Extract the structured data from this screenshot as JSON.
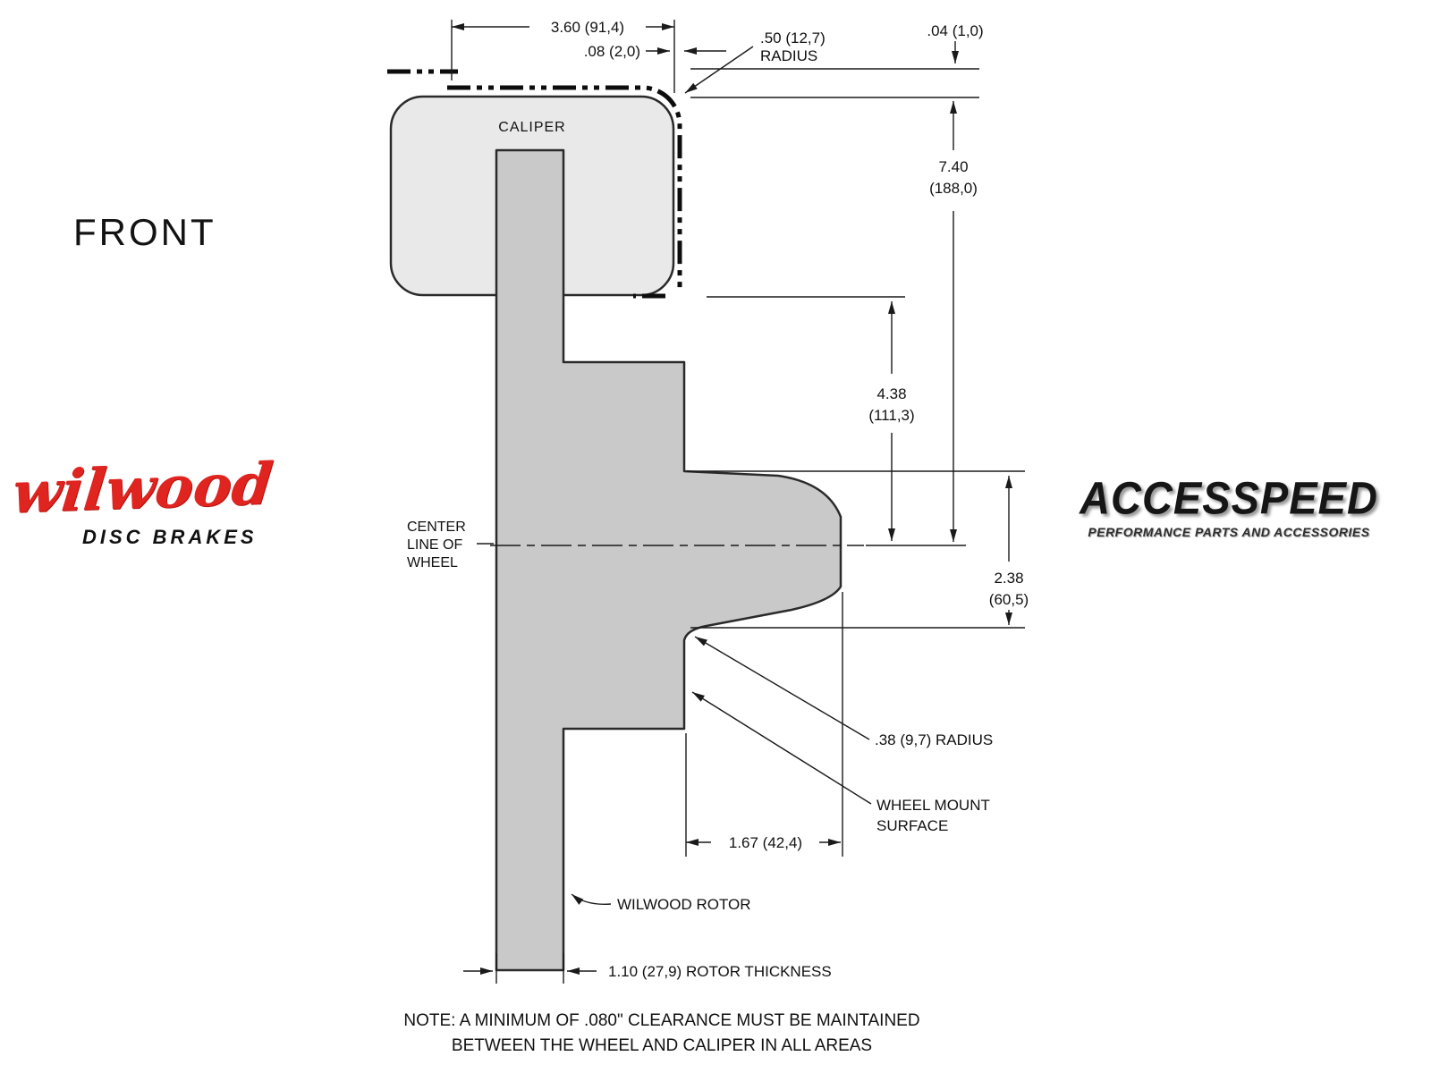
{
  "page": {
    "front_label": "FRONT"
  },
  "logos": {
    "wilwood": {
      "name": "wilwood",
      "tagline": "DISC BRAKES",
      "accent": "#e02420"
    },
    "accesspeed": {
      "name": "ACCESSPEED",
      "tagline": "PERFORMANCE PARTS AND ACCESSORIES"
    }
  },
  "drawing": {
    "caliper_label": "CALIPER",
    "centerline": {
      "line1": "CENTER",
      "line2": "LINE OF",
      "line3": "WHEEL"
    },
    "dimensions": {
      "width_360": "3.60 (91,4)",
      "gap_008": ".08 (2,0)",
      "radius_050": {
        "line1": ".50 (12,7)",
        "line2": "RADIUS"
      },
      "clearance_004": ".04 (1,0)",
      "height_740": {
        "line1": "7.40",
        "line2": "(188,0)"
      },
      "height_438": {
        "line1": "4.38",
        "line2": "(111,3)"
      },
      "height_238": {
        "line1": "2.38",
        "line2": "(60,5)"
      },
      "radius_038": ".38 (9,7) RADIUS",
      "wheel_mount": {
        "line1": "WHEEL MOUNT",
        "line2": "SURFACE"
      },
      "depth_167": "1.67 (42,4)",
      "rotor_label": "WILWOOD ROTOR",
      "thickness_110": "1.10 (27,9) ROTOR THICKNESS"
    },
    "colors": {
      "caliper_fill": "#e9e9e9",
      "rotor_fill": "#c9c9c9",
      "line": "#1a1a1a"
    }
  },
  "note": {
    "line1": "NOTE: A MINIMUM OF .080\" CLEARANCE MUST BE MAINTAINED",
    "line2": "BETWEEN THE WHEEL AND CALIPER IN ALL AREAS"
  }
}
